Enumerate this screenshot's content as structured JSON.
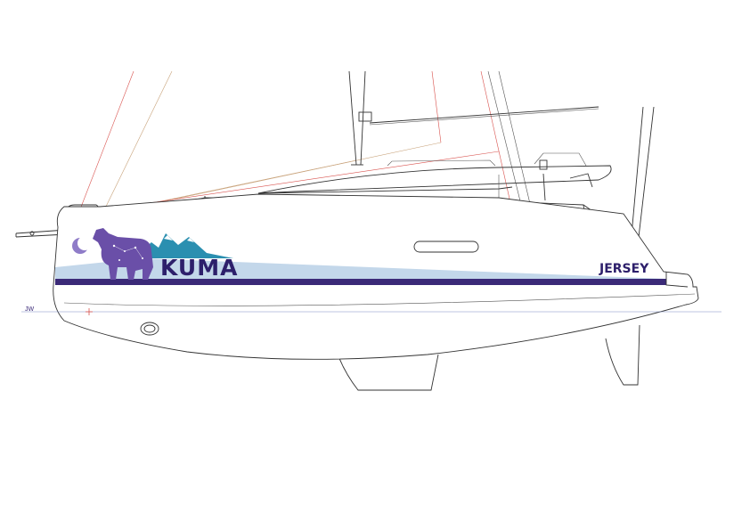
{
  "boat_name": "KUMA",
  "port_of_registry": "JERSEY",
  "waterline_label": "JW",
  "colors": {
    "hull_stripe": "#3b2a78",
    "boot_top": "#c3d7ea",
    "mountain": "#2b8fb0",
    "bear": "#6a4fa8",
    "moon": "#8f7cc8",
    "text": "#2d1f6b",
    "waterline": "#7a8cc4"
  },
  "icons": [
    "bear-constellation-graphic",
    "crescent-moon-icon",
    "mountain-range-graphic"
  ]
}
